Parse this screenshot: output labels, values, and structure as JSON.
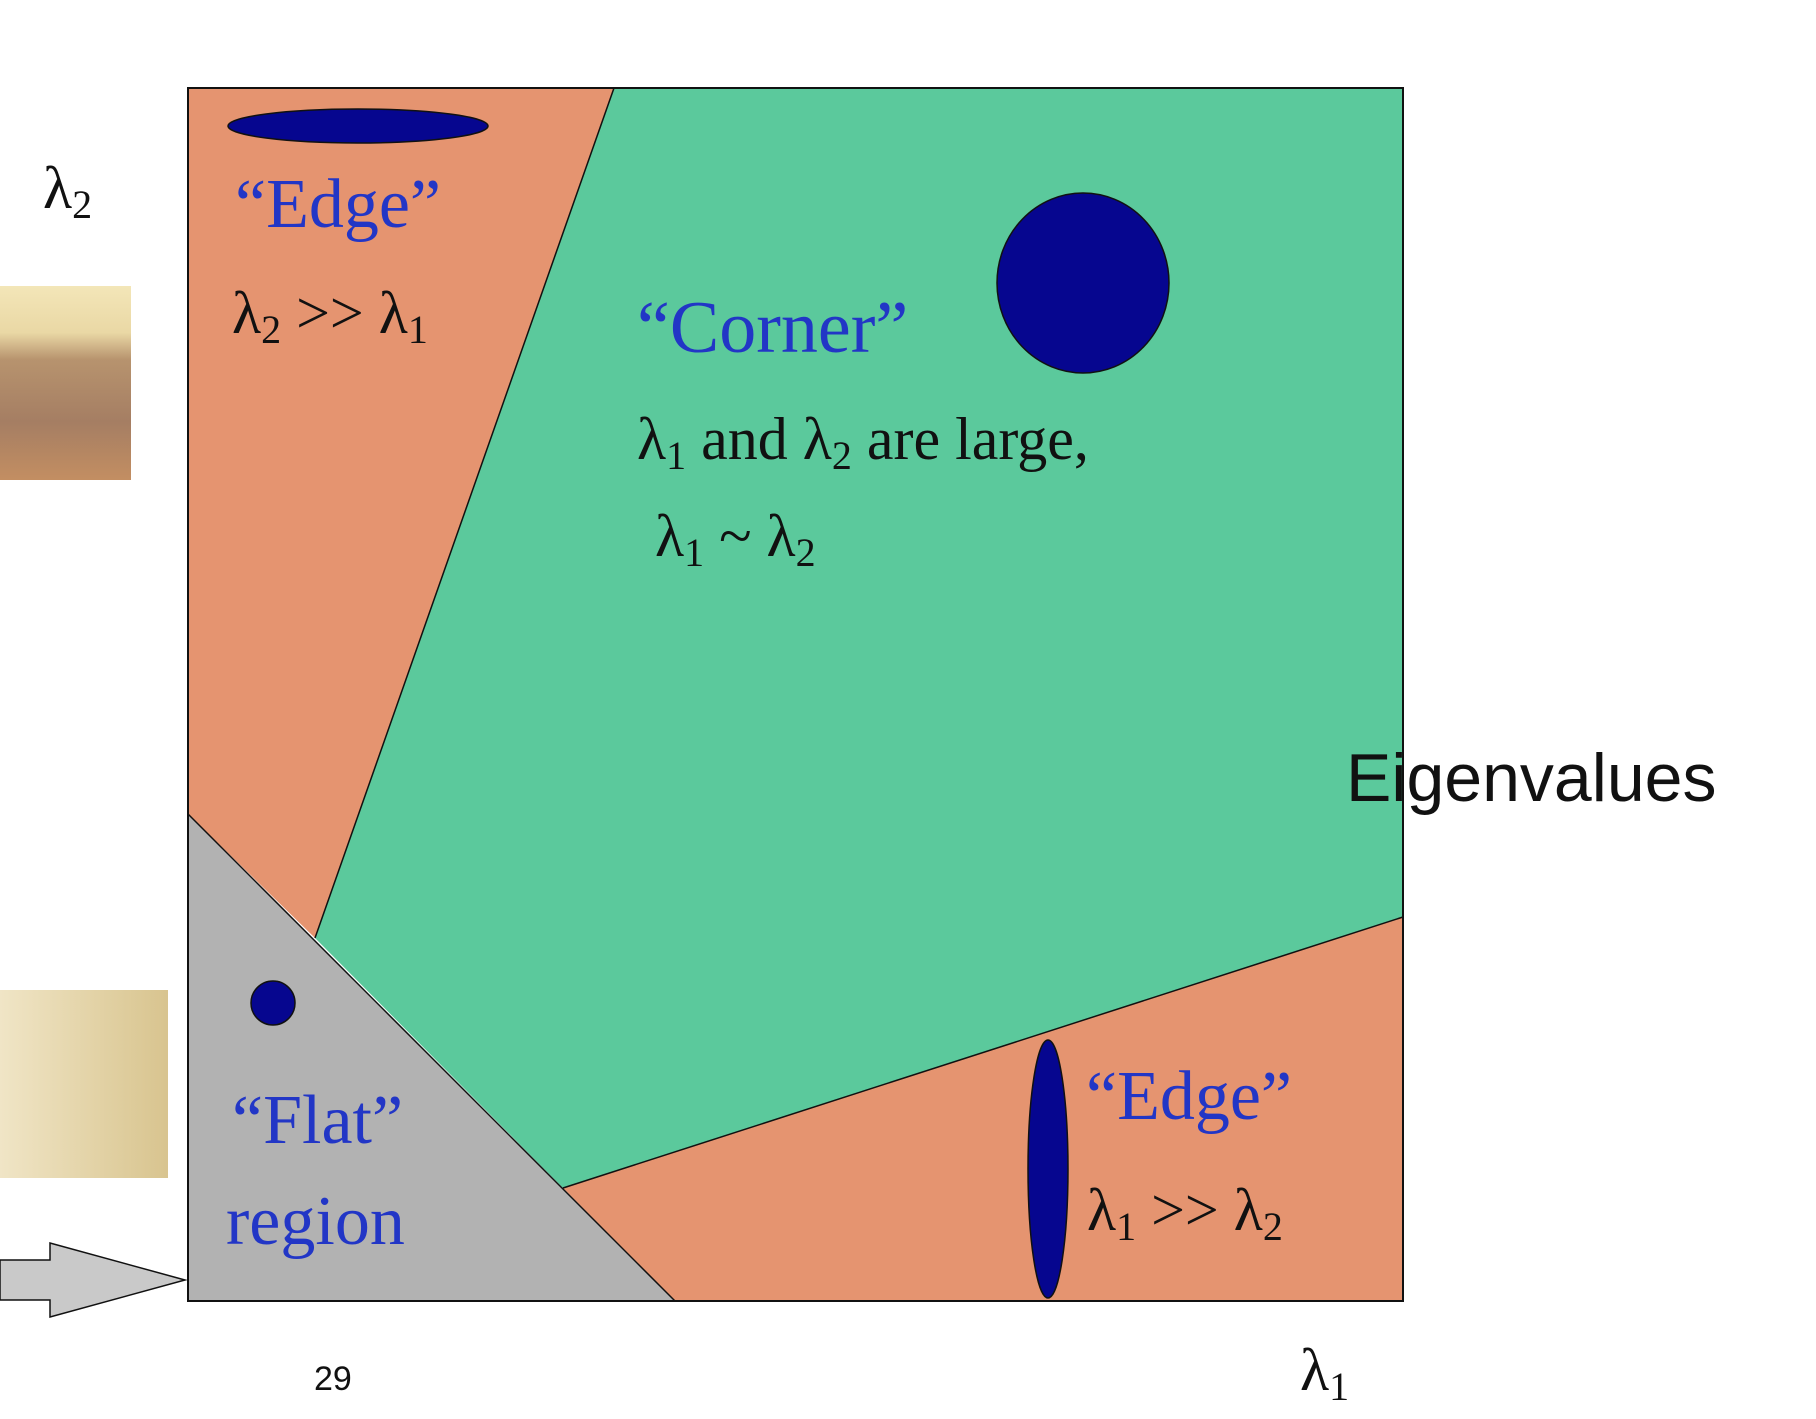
{
  "slide": {
    "side_label": "Eigenvalues",
    "page_number": "29"
  },
  "axes": {
    "x_symbol": "λ",
    "x_subscript": "1",
    "y_symbol": "λ",
    "y_subscript": "2"
  },
  "regions": {
    "edge_top": {
      "title": "“Edge”",
      "relation": [
        "λ",
        "2",
        " >> λ",
        "1"
      ]
    },
    "corner": {
      "title": "“Corner”",
      "line1": [
        "λ",
        "1",
        " and λ",
        "2",
        " are large,"
      ],
      "line2": [
        "λ",
        "1",
        " ~ λ",
        "2"
      ]
    },
    "edge_bottom": {
      "title": "“Edge”",
      "relation": [
        "λ",
        "1",
        " >> λ",
        "2"
      ]
    },
    "flat": {
      "title_line1": "“Flat”",
      "title_line2": "region"
    }
  },
  "colors": {
    "edge_fill": "#E59470",
    "corner_fill": "#5BC99C",
    "flat_fill": "#B2B2B2",
    "ellipse_fill": "#06068F",
    "label_blue": "#2236C6",
    "border": "#111111"
  }
}
